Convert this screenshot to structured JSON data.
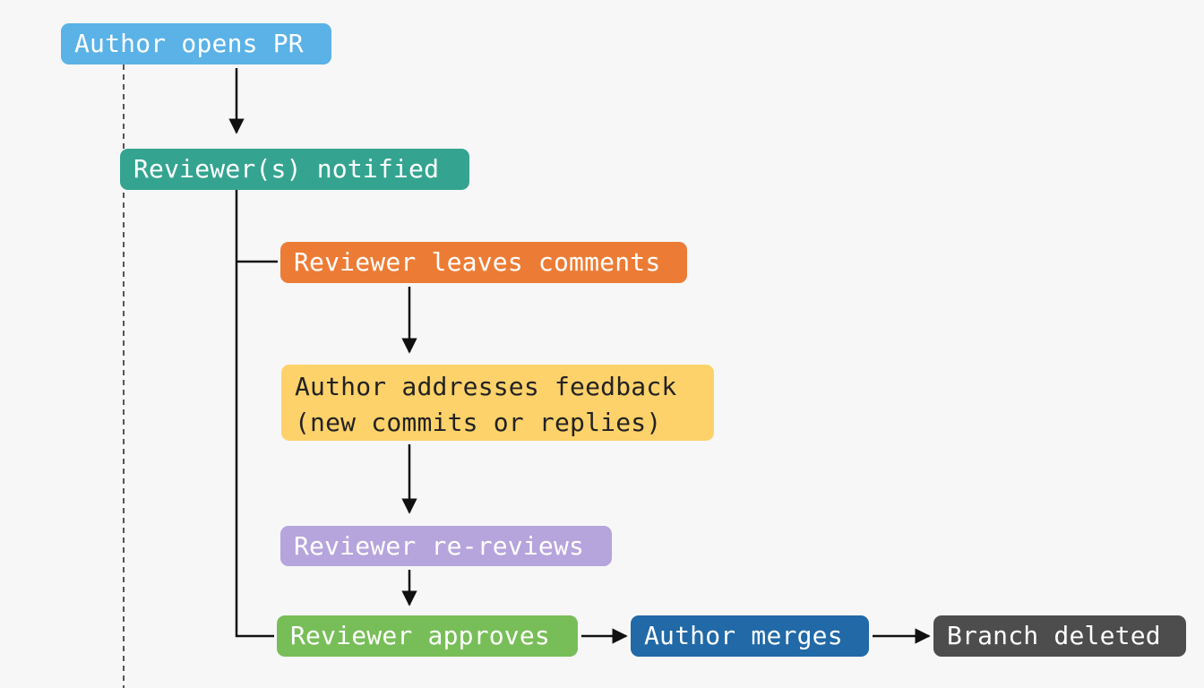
{
  "nodes": {
    "open": {
      "label": "Author opens PR",
      "bg": "#5ab2e6",
      "fg": "#ffffff"
    },
    "notified": {
      "label": "Reviewer(s) notified",
      "bg": "#34a490",
      "fg": "#ffffff"
    },
    "comments": {
      "label": "Reviewer leaves comments",
      "bg": "#ec7c35",
      "fg": "#ffffff"
    },
    "feedback": {
      "line1": "Author addresses feedback",
      "line2": "(new commits or replies)",
      "bg": "#fdd26a",
      "fg": "#222222"
    },
    "rereview": {
      "label": "Reviewer re-reviews",
      "bg": "#b6a4dc",
      "fg": "#ffffff"
    },
    "approves": {
      "label": "Reviewer approves",
      "bg": "#78be58",
      "fg": "#ffffff"
    },
    "merges": {
      "label": "Author merges",
      "bg": "#2169a7",
      "fg": "#ffffff"
    },
    "deleted": {
      "label": "Branch deleted",
      "bg": "#4d4d4d",
      "fg": "#ffffff"
    }
  },
  "connector_color": "#111111",
  "timeline_color": "#555555"
}
